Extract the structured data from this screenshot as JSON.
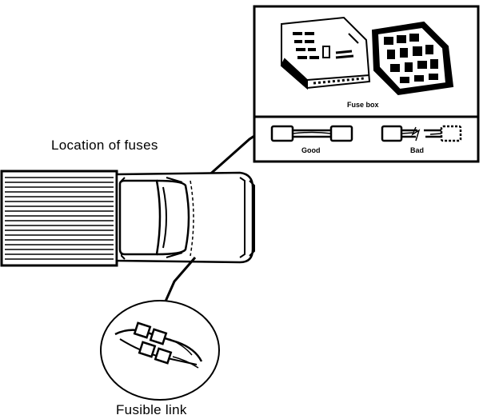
{
  "labels": {
    "location": "Location of fuses",
    "fuse_box": "Fuse box",
    "good": "Good",
    "bad": "Bad",
    "fusible_link": "Fusible link"
  },
  "colors": {
    "ink": "#000000",
    "paper": "#ffffff"
  }
}
